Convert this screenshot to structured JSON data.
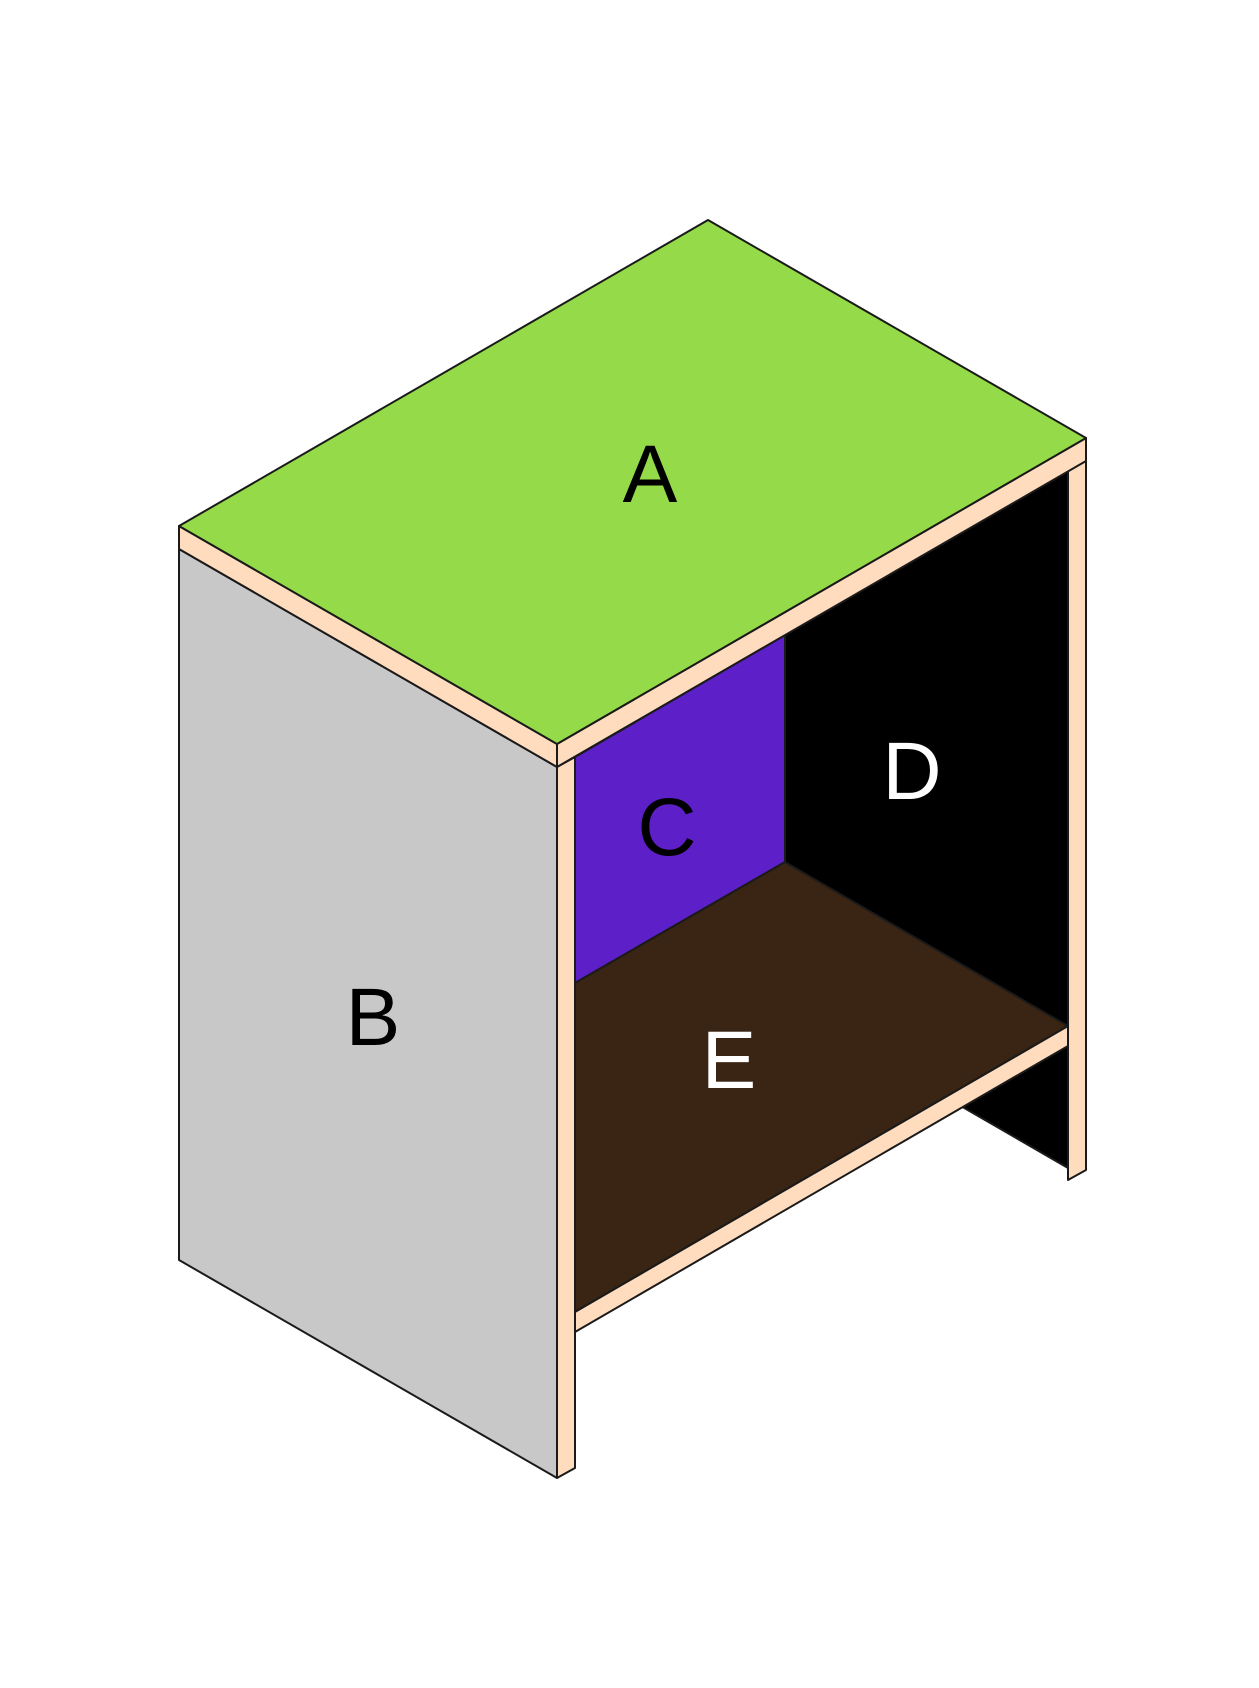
{
  "panels": {
    "A": {
      "label": "A",
      "color": "#95db49",
      "label_color": "#000000"
    },
    "B": {
      "label": "B",
      "color": "#c8c8c8",
      "label_color": "#000000"
    },
    "C": {
      "label": "C",
      "color": "#5d1fc8",
      "label_color": "#000000"
    },
    "D": {
      "label": "D",
      "color": "#000000",
      "label_color": "#ffffff"
    },
    "E": {
      "label": "E",
      "color": "#3a2413",
      "label_color": "#ffffff"
    }
  },
  "edge_color": "#ffdcbe"
}
